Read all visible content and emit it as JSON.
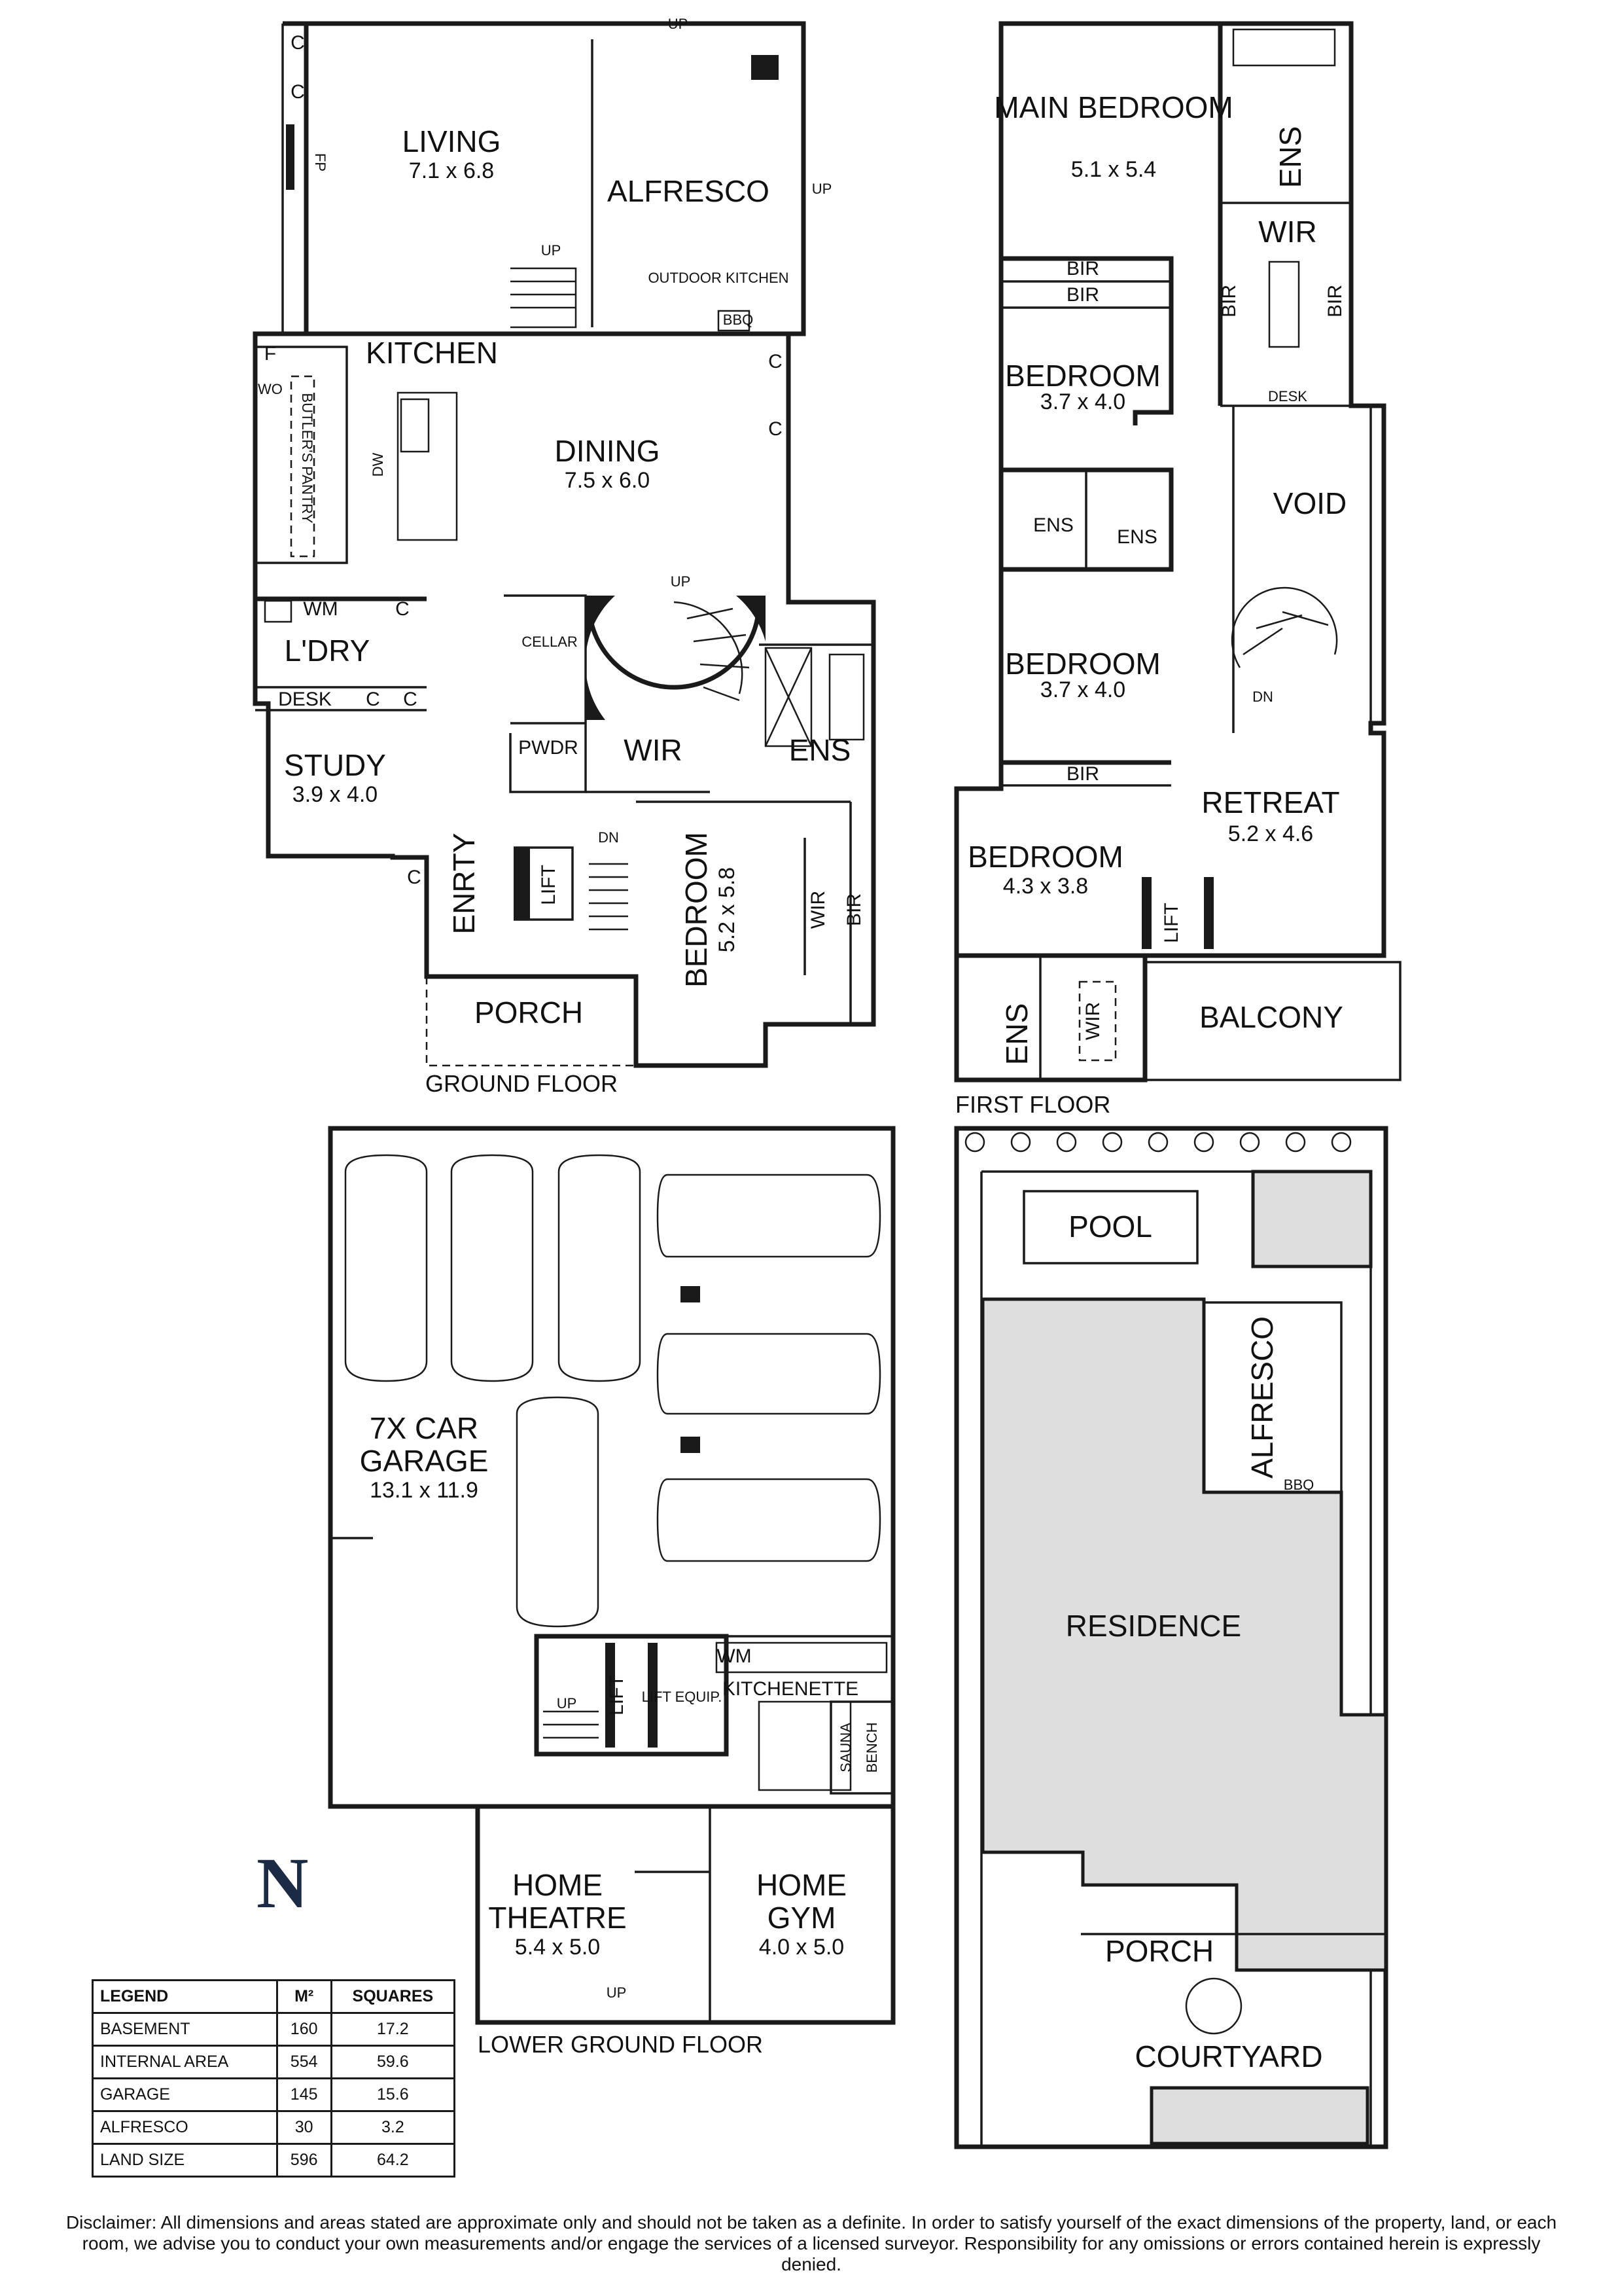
{
  "floors": {
    "ground": "GROUND FLOOR",
    "first": "FIRST FLOOR",
    "lower": "LOWER GROUND FLOOR"
  },
  "ground_rooms": {
    "living": {
      "name": "LIVING",
      "dim": "7.1 x 6.8"
    },
    "alfresco": {
      "name": "ALFRESCO"
    },
    "outdoor_kitchen": "OUTDOOR KITCHEN",
    "bbq": "BBQ",
    "kitchen": {
      "name": "KITCHEN"
    },
    "dining": {
      "name": "DINING",
      "dim": "7.5 x 6.0"
    },
    "butlers_pantry": "BUTLER'S PANTRY",
    "laundry": {
      "name": "L'DRY"
    },
    "wm": "WM",
    "desk": "DESK",
    "study": {
      "name": "STUDY",
      "dim": "3.9 x 4.0"
    },
    "cellar": "CELLAR",
    "pwdr": "PWDR",
    "wir": "WIR",
    "ens": "ENS",
    "entry": "ENRTY",
    "lift": "LIFT",
    "bedroom": {
      "name": "BEDROOM",
      "dim": "5.2 x 5.8"
    },
    "bir": "BIR",
    "porch": "PORCH",
    "fp": "FP",
    "dw": "DW",
    "wo": "WO"
  },
  "first_rooms": {
    "main_bedroom": {
      "name": "MAIN BEDROOM",
      "dim": "5.1 x 5.4"
    },
    "ens": "ENS",
    "wir": "WIR",
    "bir": "BIR",
    "desk": "DESK",
    "bedroom1": {
      "name": "BEDROOM",
      "dim": "3.7 x 4.0"
    },
    "bedroom2": {
      "name": "BEDROOM",
      "dim": "3.7 x 4.0"
    },
    "bedroom3": {
      "name": "BEDROOM",
      "dim": "4.3 x 3.8"
    },
    "void": "VOID",
    "retreat": {
      "name": "RETREAT",
      "dim": "5.2 x 4.6"
    },
    "lift": "LIFT",
    "balcony": "BALCONY"
  },
  "lower_rooms": {
    "garage": {
      "name1": "7X CAR",
      "name2": "GARAGE",
      "dim": "13.1 x 11.9"
    },
    "lift": "LIFT",
    "lift_equip": "LIFT EQUIP.",
    "wm": "WM",
    "kitchenette": "KITCHENETTE",
    "sauna": "SAUNA",
    "bench": "BENCH",
    "theatre": {
      "name1": "HOME",
      "name2": "THEATRE",
      "dim": "5.4 x 5.0"
    },
    "gym": {
      "name1": "HOME",
      "name2": "GYM",
      "dim": "4.0 x 5.0"
    }
  },
  "site_rooms": {
    "pool": "POOL",
    "alfresco": "ALFRESCO",
    "residence": "RESIDENCE",
    "porch": "PORCH",
    "courtyard": "COURTYARD",
    "bbq": "BBQ"
  },
  "marks": {
    "up": "UP",
    "dn": "DN",
    "c": "C",
    "f": "F"
  },
  "north": "N",
  "legend": {
    "headers": [
      "LEGEND",
      "M²",
      "SQUARES"
    ],
    "rows": [
      [
        "BASEMENT",
        "160",
        "17.2"
      ],
      [
        "INTERNAL AREA",
        "554",
        "59.6"
      ],
      [
        "GARAGE",
        "145",
        "15.6"
      ],
      [
        "ALFRESCO",
        "30",
        "3.2"
      ],
      [
        "LAND SIZE",
        "596",
        "64.2"
      ]
    ]
  },
  "disclaimer": "Disclaimer: All dimensions and areas stated are approximate only and should not be taken as a definite. In order to satisfy yourself of the exact dimensions of the property, land, or each room, we advise you to conduct your own measurements and/or engage the services of a licensed surveyor. Responsibility for any omissions or errors contained herein is expressly denied."
}
